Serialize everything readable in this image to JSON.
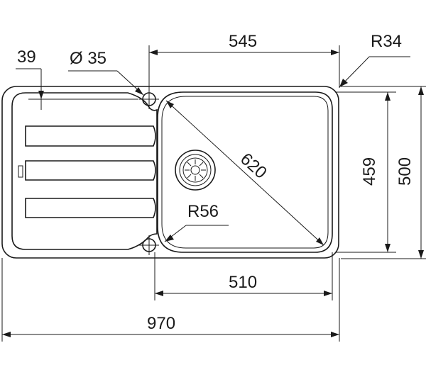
{
  "dimensions": {
    "d39": "39",
    "d35": "Ø 35",
    "d545": "545",
    "r34": "R34",
    "d620": "620",
    "d459": "459",
    "d500": "500",
    "r56": "R56",
    "d510": "510",
    "d970": "970"
  }
}
